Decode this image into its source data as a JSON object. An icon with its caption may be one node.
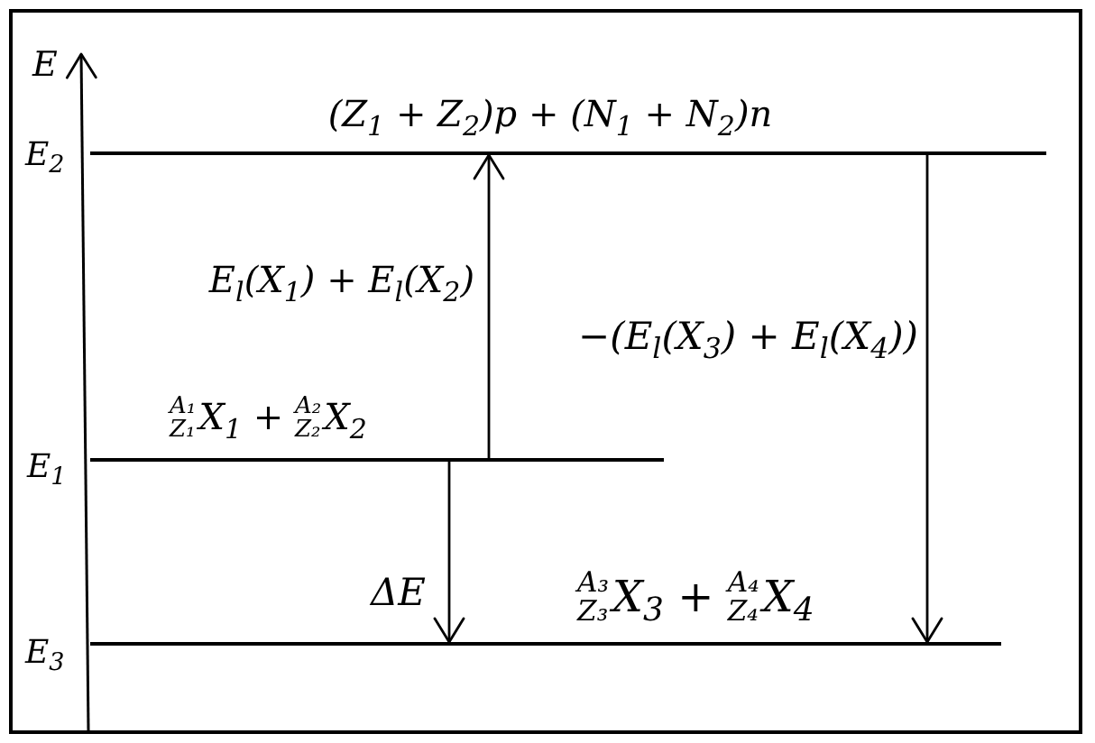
{
  "diagram": {
    "nodes": [
      {
        "text": [],
        "shape": "line",
        "beside": [
          "E$_{2}$",
          "(Z$_{1}$ + Z$_{2}$)p + (N$_{1}$ + N$_{2}$)n"
        ]
      },
      {
        "text": [],
        "shape": "line",
        "beside": [
          "E$_{1}$",
          "$^{A₁}$$_{Z₁}$X$_{1}$ + $^{A₂}$$_{Z₂}$X$_{2}$"
        ]
      },
      {
        "text": [],
        "shape": "line",
        "beside": [
          "E$_{3}$",
          "$^{A₃}$$_{Z₃}$X$_{3}$ + $^{A₄}$$_{Z₄}$X$_{4}$"
        ]
      }
    ],
    "edges": [
      {
        "from": 1,
        "to": 0,
        "arrow": "to",
        "label": "E$_{l}$(X$_{1}$) + E$_{l}$(X$_{2}$)"
      },
      {
        "from": 0,
        "to": 2,
        "arrow": "to",
        "label": "−(E$_{l}$(X$_{3}$) + E$_{l}$(X$_{4}$))"
      },
      {
        "from": 1,
        "to": 2,
        "arrow": "to",
        "label": "ΔE"
      }
    ],
    "labels": [
      "E"
    ]
  }
}
